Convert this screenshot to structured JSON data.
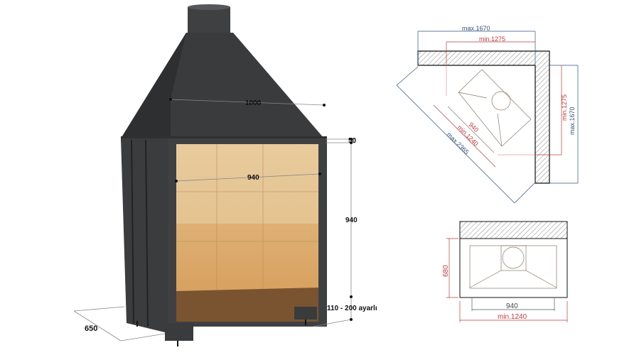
{
  "main_view": {
    "labels": {
      "width_top": "1000",
      "opening_width": "940",
      "opening_height": "940",
      "top_offset": "50",
      "depth": "650",
      "leg_height": "110 - 200 ayarlı"
    }
  },
  "corner_view": {
    "labels": {
      "max_top": "max.1670",
      "min_top": "min.1275",
      "max_right": "max.1670",
      "min_right": "min.1275",
      "width": "940",
      "min_diag": "min.1240",
      "max_diag": "max.2365"
    }
  },
  "front_plan_view": {
    "labels": {
      "depth": "680",
      "width": "940",
      "min_width": "min.1240"
    }
  },
  "colors": {
    "steel": "#3a3b3d",
    "firebrick": "#d7a463",
    "wall_blue": "#34507a",
    "dim_red": "#c0393b"
  }
}
